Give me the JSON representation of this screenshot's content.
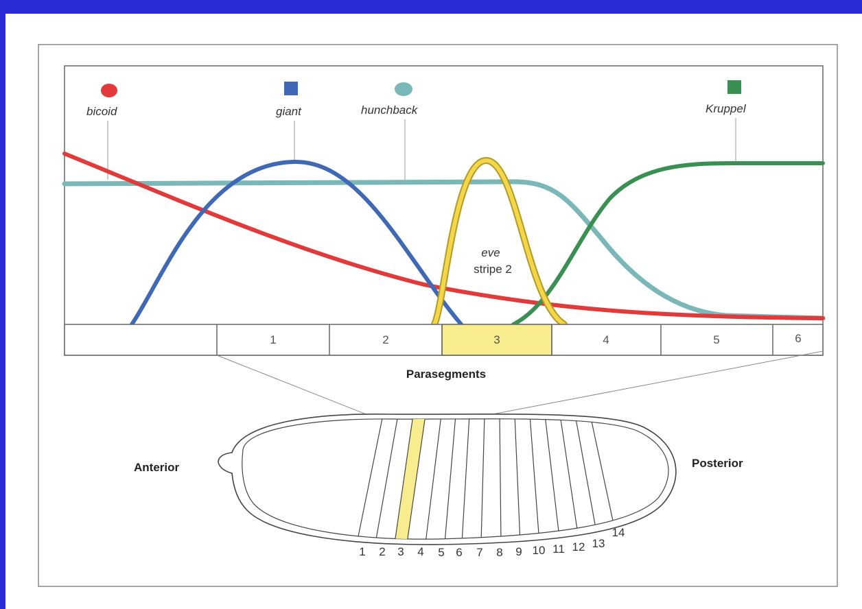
{
  "genes": {
    "bicoid": {
      "label": "bicoid",
      "color": "#e23a3a",
      "marker": "circle"
    },
    "giant": {
      "label": "giant",
      "color": "#3f68b5",
      "marker": "square"
    },
    "hunchback": {
      "label": "hunchback",
      "color": "#79b7b8",
      "marker": "circle"
    },
    "kruppel": {
      "label": "Kruppel",
      "color": "#3a8f52",
      "marker": "square"
    },
    "eve": {
      "line1": "eve",
      "line2": "stripe 2",
      "color": "#f3d64a"
    }
  },
  "parasegments": {
    "title": "Parasegments",
    "labels": [
      "1",
      "2",
      "3",
      "4",
      "5",
      "6"
    ],
    "highlighted": "3",
    "highlight_color": "#f7ec8e"
  },
  "embryo": {
    "anterior_label": "Anterior",
    "posterior_label": "Posterior",
    "stripe_numbers": [
      "1",
      "2",
      "3",
      "4",
      "5",
      "6",
      "7",
      "8",
      "9",
      "10",
      "11",
      "12",
      "13",
      "14"
    ],
    "highlighted_stripe": "3"
  }
}
